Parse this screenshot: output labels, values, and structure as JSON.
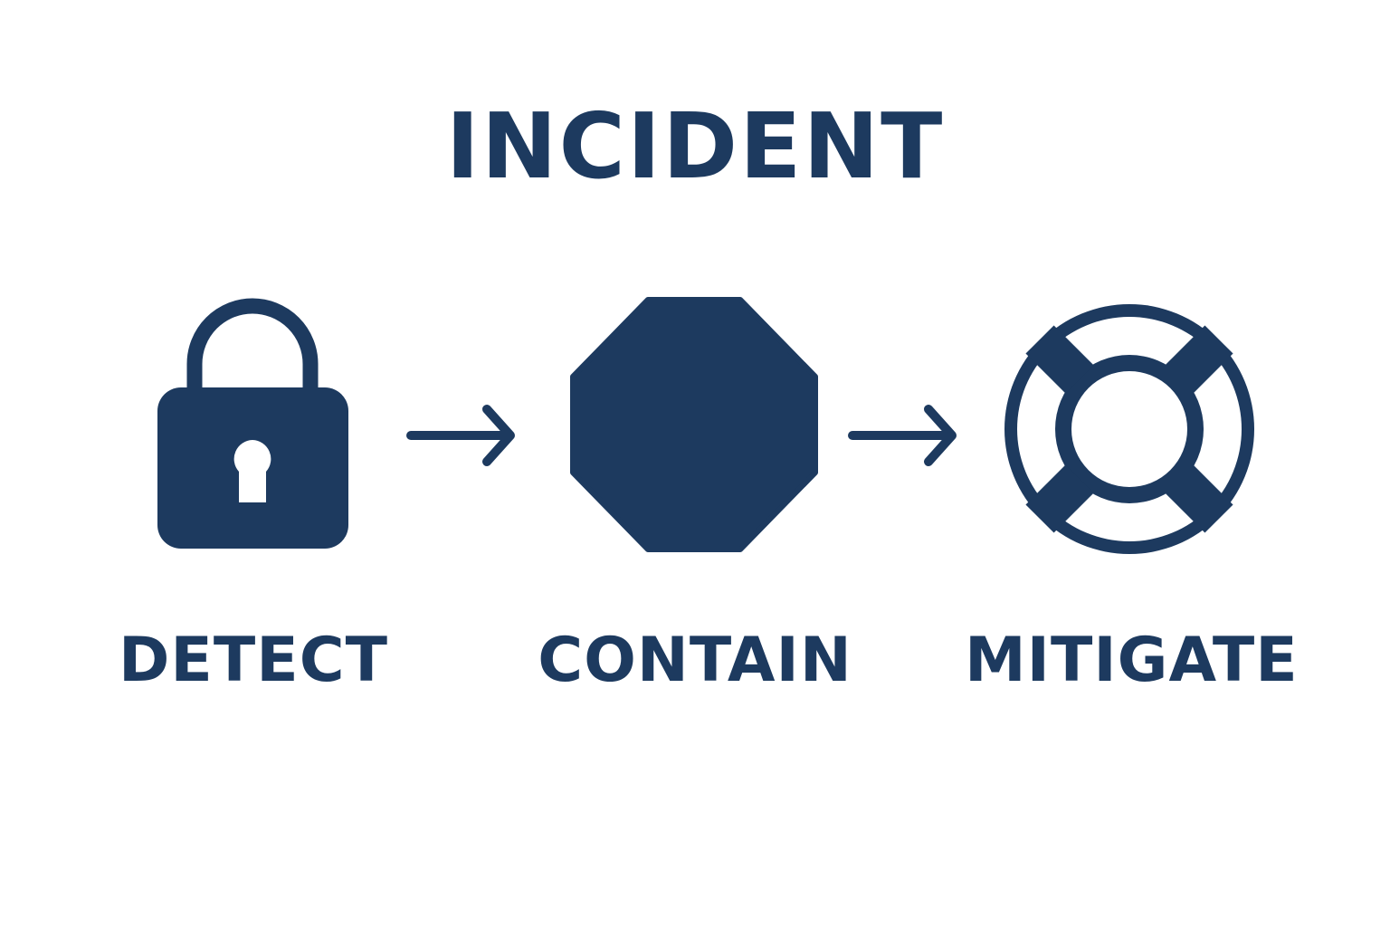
{
  "title": "INCIDENT",
  "colors": {
    "primary": "#1d3a5f",
    "background": "#ffffff"
  },
  "steps": [
    {
      "label": "DETECT",
      "icon": "padlock-icon"
    },
    {
      "label": "CONTAIN",
      "icon": "stop-octagon-icon"
    },
    {
      "label": "MITIGATE",
      "icon": "lifebuoy-icon"
    }
  ],
  "connectors": [
    "arrow-right-icon",
    "arrow-right-icon"
  ]
}
